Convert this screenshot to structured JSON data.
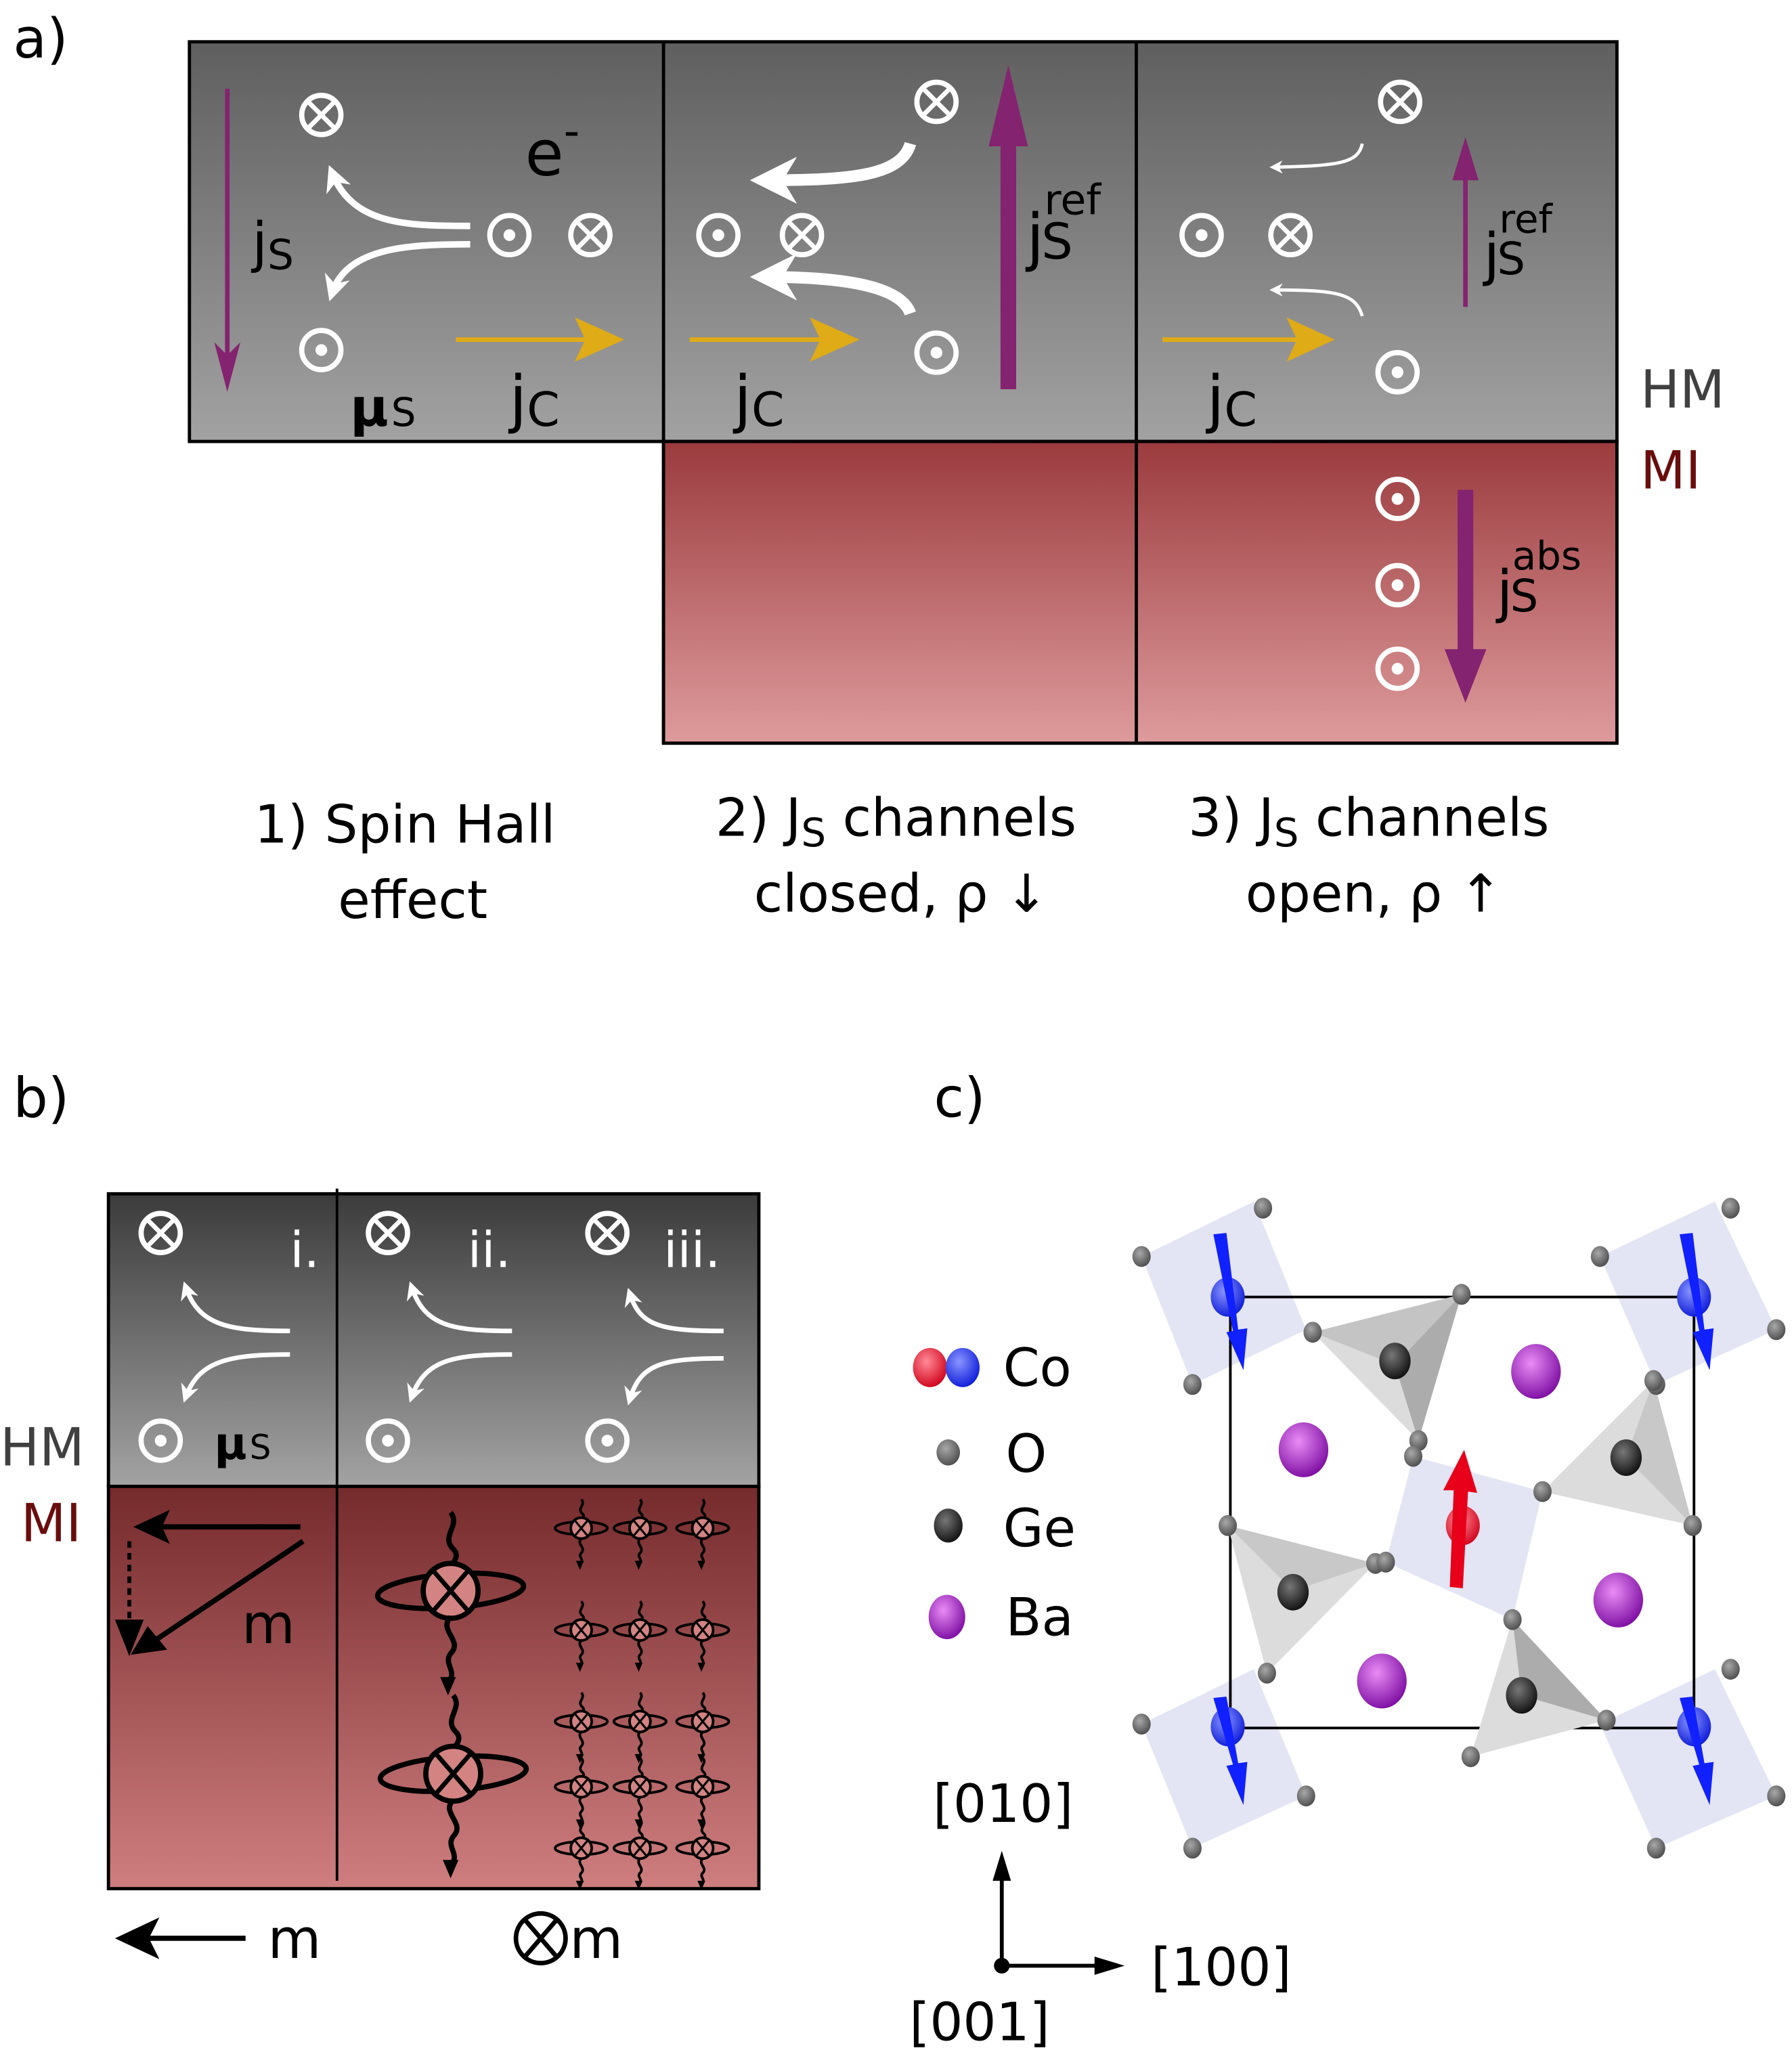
{
  "panel_a": {
    "label": "a)",
    "layer_hm": "HM",
    "layer_mi": "MI",
    "electron": "e",
    "electron_sup": "-",
    "js": "j",
    "js_sub": "S",
    "mu": "μ",
    "mu_sub": "S",
    "jc": "j",
    "jc_sub": "C",
    "jref": "j",
    "jref_sub": "S",
    "jref_sup": "ref",
    "jabs": "j",
    "jabs_sub": "S",
    "jabs_sup": "abs",
    "captions": [
      {
        "line1": "1) Spin Hall",
        "line2": "effect"
      },
      {
        "line1a": "2) J",
        "line1sub": "S",
        "line1b": " channels",
        "line2": "closed, ρ ↓"
      },
      {
        "line1a": "3) J",
        "line1sub": "S",
        "line1b": " channels",
        "line2": "open, ρ ↑"
      }
    ],
    "colors": {
      "spin_current": "#84236f",
      "charge_current": "#dfab16",
      "hm_top": "#5f5f5f",
      "hm_bottom": "#a2a2a2",
      "mi_top": "#9b3b3e",
      "mi_bottom": "#de9b9c",
      "mi_label": "#6a0d0d",
      "hm_label": "#404040"
    }
  },
  "panel_b": {
    "label": "b)",
    "layer_hm": "HM",
    "layer_mi": "MI",
    "cases": [
      "i.",
      "ii.",
      "iii."
    ],
    "mu": "μ",
    "mu_sub": "S",
    "m_label": "m",
    "legend_left": "m",
    "legend_right": "m",
    "colors": {
      "hm_top": "#3b3b3b",
      "hm_bottom": "#a3a3a3",
      "mi_top": "#752a2c",
      "mi_bottom": "#cf7e7f",
      "magnon": "#d48383"
    }
  },
  "panel_c": {
    "label": "c)",
    "legend": [
      {
        "element": "Co",
        "colors": [
          "#e8001a",
          "#1020ff"
        ]
      },
      {
        "element": "O",
        "colors": [
          "#6d6d6d"
        ]
      },
      {
        "element": "Ge",
        "colors": [
          "#1a1a1a"
        ]
      },
      {
        "element": "Ba",
        "colors": [
          "#9a18c0"
        ]
      }
    ],
    "axes": {
      "up": "[010]",
      "right": "[100]",
      "out": "[001]"
    },
    "colors": {
      "spin_down": "#1020ff",
      "spin_up": "#e8001a",
      "octahedron": "#e3e5f4",
      "tetrahedron": "#c8c8c8"
    }
  }
}
